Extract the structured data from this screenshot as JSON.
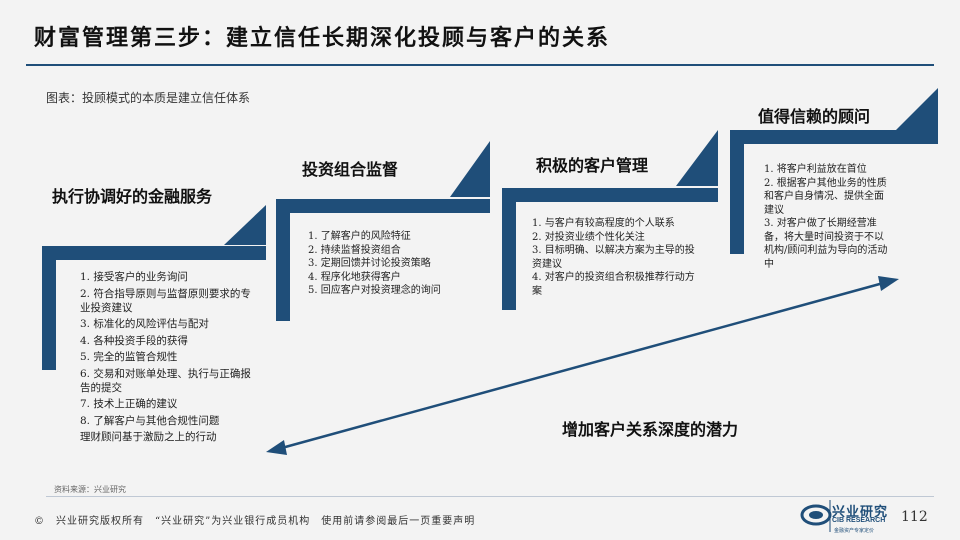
{
  "header": {
    "title": "财富管理第三步：建立信任长期深化投顾与客户的关系",
    "subtitle": "图表：投顾模式的本质是建立信任体系"
  },
  "steps": [
    {
      "title": "执行协调好的金融服务",
      "items": [
        "1. 接受客户的业务询问",
        "2. 符合指导原则与监督原则要求的专业投资建议",
        "3. 标准化的风险评估与配对",
        "4. 各种投资手段的获得",
        "5. 完全的监管合规性",
        "6. 交易和对账单处理、执行与正确报告的提交",
        "7. 技术上正确的建议",
        "8. 了解客户与其他合规性问题",
        "理财顾问基于激励之上的行动"
      ]
    },
    {
      "title": "投资组合监督",
      "items": [
        "1. 了解客户的风险特征",
        "2. 持续监督投资组合",
        "3. 定期回馈并讨论投资策略",
        "4. 程序化地获得客户",
        "5. 回应客户对投资理念的询问"
      ]
    },
    {
      "title": "积极的客户管理",
      "items": [
        "1. 与客户有较高程度的个人联系",
        "2. 对投资业绩个性化关注",
        "3. 目标明确、以解决方案为主导的投资建议",
        "4. 对客户的投资组合积极推荐行动方案"
      ]
    },
    {
      "title": "值得信赖的顾问",
      "items": [
        "1. 将客户利益放在首位",
        "2. 根据客户其他业务的性质和客户自身情况、提供全面建议",
        "3. 对客户做了长期经营准备，将大量时间投资于不以机构/顾问利益为导向的活动中"
      ]
    }
  ],
  "arrow_label": "增加客户关系深度的潜力",
  "source": "资料来源：兴业研究",
  "footer": {
    "copyright": "©　兴业研究版权所有　“兴业研究”为兴业银行成员机构　使用前请参阅最后一页重要声明",
    "page": "112"
  },
  "logo": {
    "name_cn": "兴业研究",
    "name_en": "CIB RESEARCH",
    "tagline": "金融资产专家定价"
  },
  "colors": {
    "primary": "#1f4e79",
    "background": "#f3f3f3"
  }
}
